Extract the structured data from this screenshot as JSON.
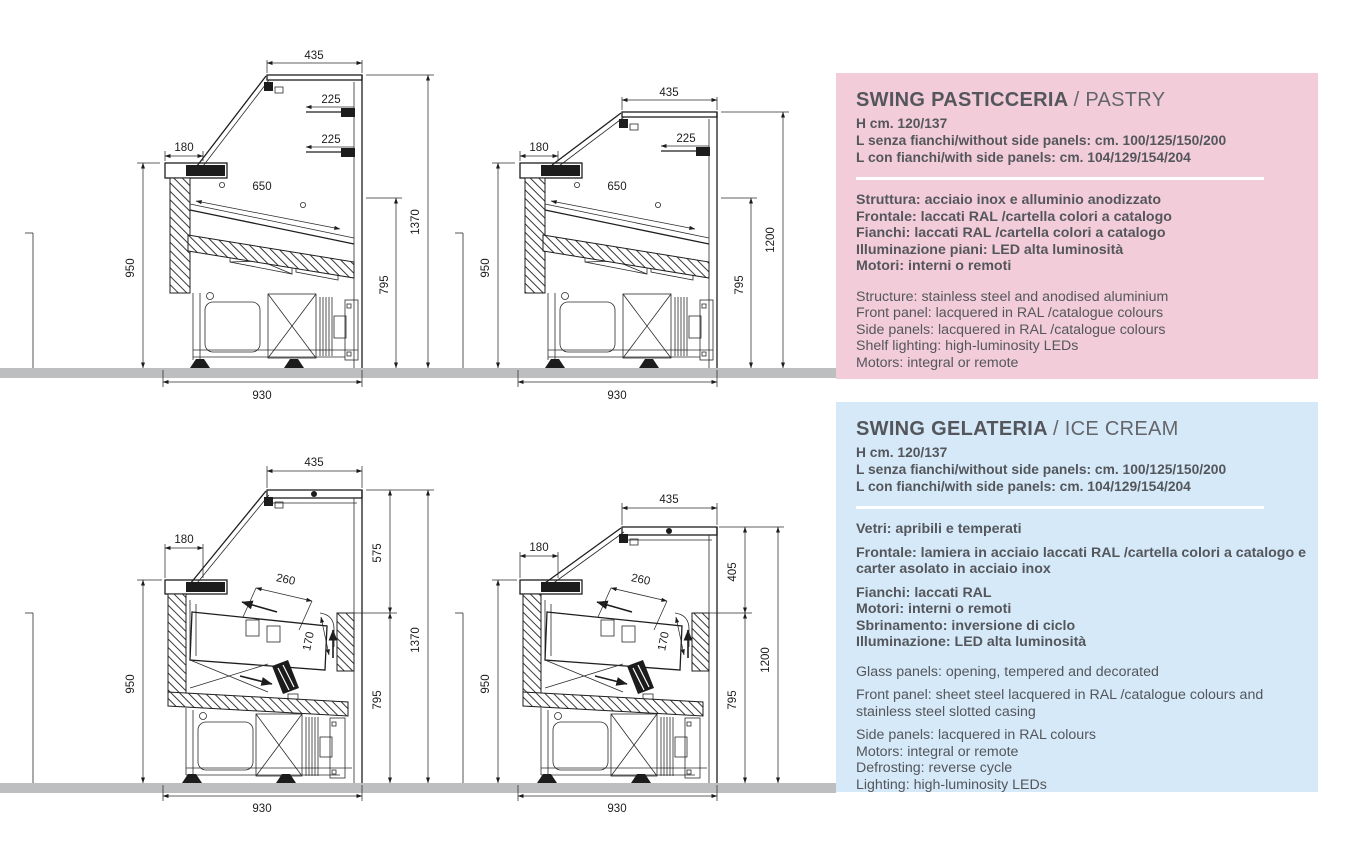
{
  "colors": {
    "pastry_panel_bg": "#f2cdd9",
    "icecream_panel_bg": "#d5e9f8",
    "floor_band": "#bdbec0",
    "panel_text": "#54565b",
    "drawing_lines": "#1e1e1e",
    "divider": "#ffffff"
  },
  "panels": {
    "pastry": {
      "title_bold": "SWING PASTICCERIA",
      "title_regular": "/ PASTRY",
      "size_lines": [
        "H  cm. 120/137",
        "L  senza fianchi/without side panels: cm. 100/125/150/200",
        "L  con fianchi/with side panels: cm. 104/129/154/204"
      ],
      "specs_primary": [
        "Struttura: acciaio inox e alluminio anodizzato",
        "Frontale: laccati RAL /cartella colori a catalogo",
        "Fianchi: laccati RAL /cartella colori a catalogo",
        "Illuminazione piani: LED alta luminosità",
        "Motori: interni o remoti"
      ],
      "specs_secondary": [
        "Structure: stainless steel and anodised aluminium",
        "Front panel: lacquered in RAL /catalogue colours",
        "Side panels: lacquered in RAL /catalogue colours",
        "Shelf lighting: high-luminosity LEDs",
        "Motors:  integral or remote"
      ]
    },
    "icecream": {
      "title_bold": "SWING GELATERIA",
      "title_regular": "/ ICE CREAM",
      "size_lines": [
        "H  cm. 120/137",
        "L  senza fianchi/without side panels: cm. 100/125/150/200",
        "L  con fianchi/with side panels: cm. 104/129/154/204"
      ],
      "specs_primary_p1": "Vetri: apribili e temperati",
      "specs_primary_p2": "Frontale: lamiera in acciaio laccati RAL /cartella colori a catalogo e carter asolato in acciaio inox",
      "specs_primary_p3": [
        "Fianchi: laccati RAL",
        "Motori: interni o remoti",
        "Sbrinamento: inversione di ciclo",
        "Illuminazione: LED alta luminosità"
      ],
      "specs_secondary_p1": "Glass panels: opening, tempered and decorated",
      "specs_secondary_p2": "Front panel: sheet steel lacquered in RAL /catalogue colours and stainless steel slotted casing",
      "specs_secondary_p3": [
        "Side panels: lacquered in RAL colours",
        "Motors: integral or remote",
        "Defrosting: reverse cycle",
        "Lighting: high-luminosity LEDs"
      ]
    }
  },
  "drawings": {
    "pastry_tall": {
      "label": "pastry-section-h1370",
      "dims": {
        "top_width": "435",
        "shelf_upper": "225",
        "shelf_lower": "225",
        "ledge_depth": "180",
        "counter_depth": "650",
        "total_height": "1370",
        "front_height": "950",
        "inner_height": "795",
        "base_width": "930"
      }
    },
    "pastry_short": {
      "label": "pastry-section-h1200",
      "dims": {
        "top_width": "435",
        "shelf": "225",
        "ledge_depth": "180",
        "counter_depth": "650",
        "total_height": "1200",
        "front_height": "950",
        "inner_height": "795",
        "base_width": "930"
      }
    },
    "gelato_tall": {
      "label": "icecream-section-h1370",
      "dims": {
        "top_width": "435",
        "glass_height": "575",
        "ledge_depth": "180",
        "pan_width": "260",
        "pan_depth": "170",
        "total_height": "1370",
        "front_height": "950",
        "inner_height": "795",
        "base_width": "930"
      }
    },
    "gelato_short": {
      "label": "icecream-section-h1200",
      "dims": {
        "top_width": "435",
        "glass_height": "405",
        "ledge_depth": "180",
        "pan_width": "260",
        "pan_depth": "170",
        "total_height": "1200",
        "front_height": "950",
        "inner_height": "795",
        "base_width": "930"
      }
    }
  }
}
